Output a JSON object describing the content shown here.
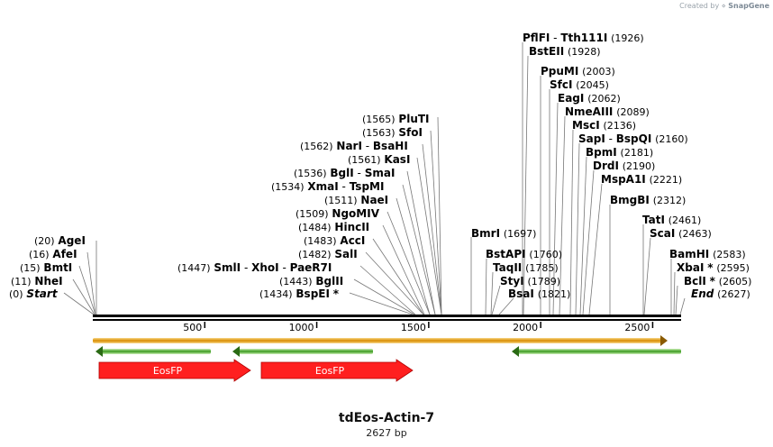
{
  "credit": {
    "prefix": "Created by",
    "brand": "SnapGene"
  },
  "plasmid": {
    "name": "tdEos-Actin-7",
    "length_label": "2627 bp",
    "length": 2627
  },
  "axis": {
    "ticks": [
      {
        "pos": 500,
        "label": "500"
      },
      {
        "pos": 1000,
        "label": "1000"
      },
      {
        "pos": 1500,
        "label": "1500"
      },
      {
        "pos": 2000,
        "label": "2000"
      },
      {
        "pos": 2500,
        "label": "2500"
      }
    ]
  },
  "sites_left": [
    {
      "name": "Start",
      "pos": "(0)",
      "italic": true
    },
    {
      "name": "NheI",
      "pos": "(11)"
    },
    {
      "name": "BmtI",
      "pos": "(15)"
    },
    {
      "name": "AfeI",
      "pos": "(16)"
    },
    {
      "name": "AgeI",
      "pos": "(20)"
    }
  ],
  "sites_mid": [
    {
      "parts": [
        "BspEI",
        "*"
      ],
      "pos": "(1434)"
    },
    {
      "parts": [
        "BglII"
      ],
      "pos": "(1443)"
    },
    {
      "parts": [
        "SmlI",
        "XhoI",
        "PaeR7I"
      ],
      "pos": "(1447)"
    },
    {
      "parts": [
        "SalI"
      ],
      "pos": "(1482)"
    },
    {
      "parts": [
        "AccI"
      ],
      "pos": "(1483)"
    },
    {
      "parts": [
        "HincII"
      ],
      "pos": "(1484)"
    },
    {
      "parts": [
        "NgoMIV"
      ],
      "pos": "(1509)"
    },
    {
      "parts": [
        "NaeI"
      ],
      "pos": "(1511)"
    },
    {
      "parts": [
        "XmaI",
        "TspMI"
      ],
      "pos": "(1534)"
    },
    {
      "parts": [
        "BglI",
        "SmaI"
      ],
      "pos": "(1536)"
    },
    {
      "parts": [
        "KasI"
      ],
      "pos": "(1561)"
    },
    {
      "parts": [
        "NarI",
        "BsaHI"
      ],
      "pos": "(1562)"
    },
    {
      "parts": [
        "SfoI"
      ],
      "pos": "(1563)"
    },
    {
      "parts": [
        "PluTI"
      ],
      "pos": "(1565)"
    }
  ],
  "sites_right": [
    {
      "parts": [
        "PflFI",
        "Tth111I"
      ],
      "pos": "(1926)"
    },
    {
      "parts": [
        "BstEII"
      ],
      "pos": "(1928)"
    },
    {
      "parts": [
        "PpuMI"
      ],
      "pos": "(2003)"
    },
    {
      "parts": [
        "SfcI"
      ],
      "pos": "(2045)"
    },
    {
      "parts": [
        "EagI"
      ],
      "pos": "(2062)"
    },
    {
      "parts": [
        "NmeAIII"
      ],
      "pos": "(2089)"
    },
    {
      "parts": [
        "MscI"
      ],
      "pos": "(2136)"
    },
    {
      "parts": [
        "SapI",
        "BspQI"
      ],
      "pos": "(2160)"
    },
    {
      "parts": [
        "BpmI"
      ],
      "pos": "(2181)"
    },
    {
      "parts": [
        "DrdI"
      ],
      "pos": "(2190)"
    },
    {
      "parts": [
        "MspA1I"
      ],
      "pos": "(2221)"
    },
    {
      "parts": [
        "BmgBI"
      ],
      "pos": "(2312)"
    },
    {
      "parts": [
        "TatI"
      ],
      "pos": "(2461)"
    },
    {
      "parts": [
        "ScaI"
      ],
      "pos": "(2463)"
    }
  ],
  "sites_lower_mid": [
    {
      "parts": [
        "BmrI"
      ],
      "pos": "(1697)"
    },
    {
      "parts": [
        "BstAPI"
      ],
      "pos": "(1760)"
    },
    {
      "parts": [
        "TaqII"
      ],
      "pos": "(1785)"
    },
    {
      "parts": [
        "StyI"
      ],
      "pos": "(1789)"
    },
    {
      "parts": [
        "BsaI"
      ],
      "pos": "(1821)"
    }
  ],
  "sites_far_right": [
    {
      "parts": [
        "BamHI"
      ],
      "pos": "(2583)"
    },
    {
      "parts": [
        "XbaI",
        "*"
      ],
      "pos": "(2595)"
    },
    {
      "parts": [
        "BclI",
        "*"
      ],
      "pos": "(2605)"
    },
    {
      "name": "End",
      "pos": "(2627)",
      "italic": true
    }
  ],
  "features": [
    {
      "name": "EosFP",
      "type": "CDS",
      "color": "#ff1f1f"
    },
    {
      "name": "EosFP",
      "type": "CDS",
      "color": "#ff1f1f"
    }
  ],
  "colors": {
    "backbone": "#000000",
    "orange_feature": "#e8a21a",
    "green_feature": "#2e9e1a",
    "cds": "#ff1f1f"
  }
}
